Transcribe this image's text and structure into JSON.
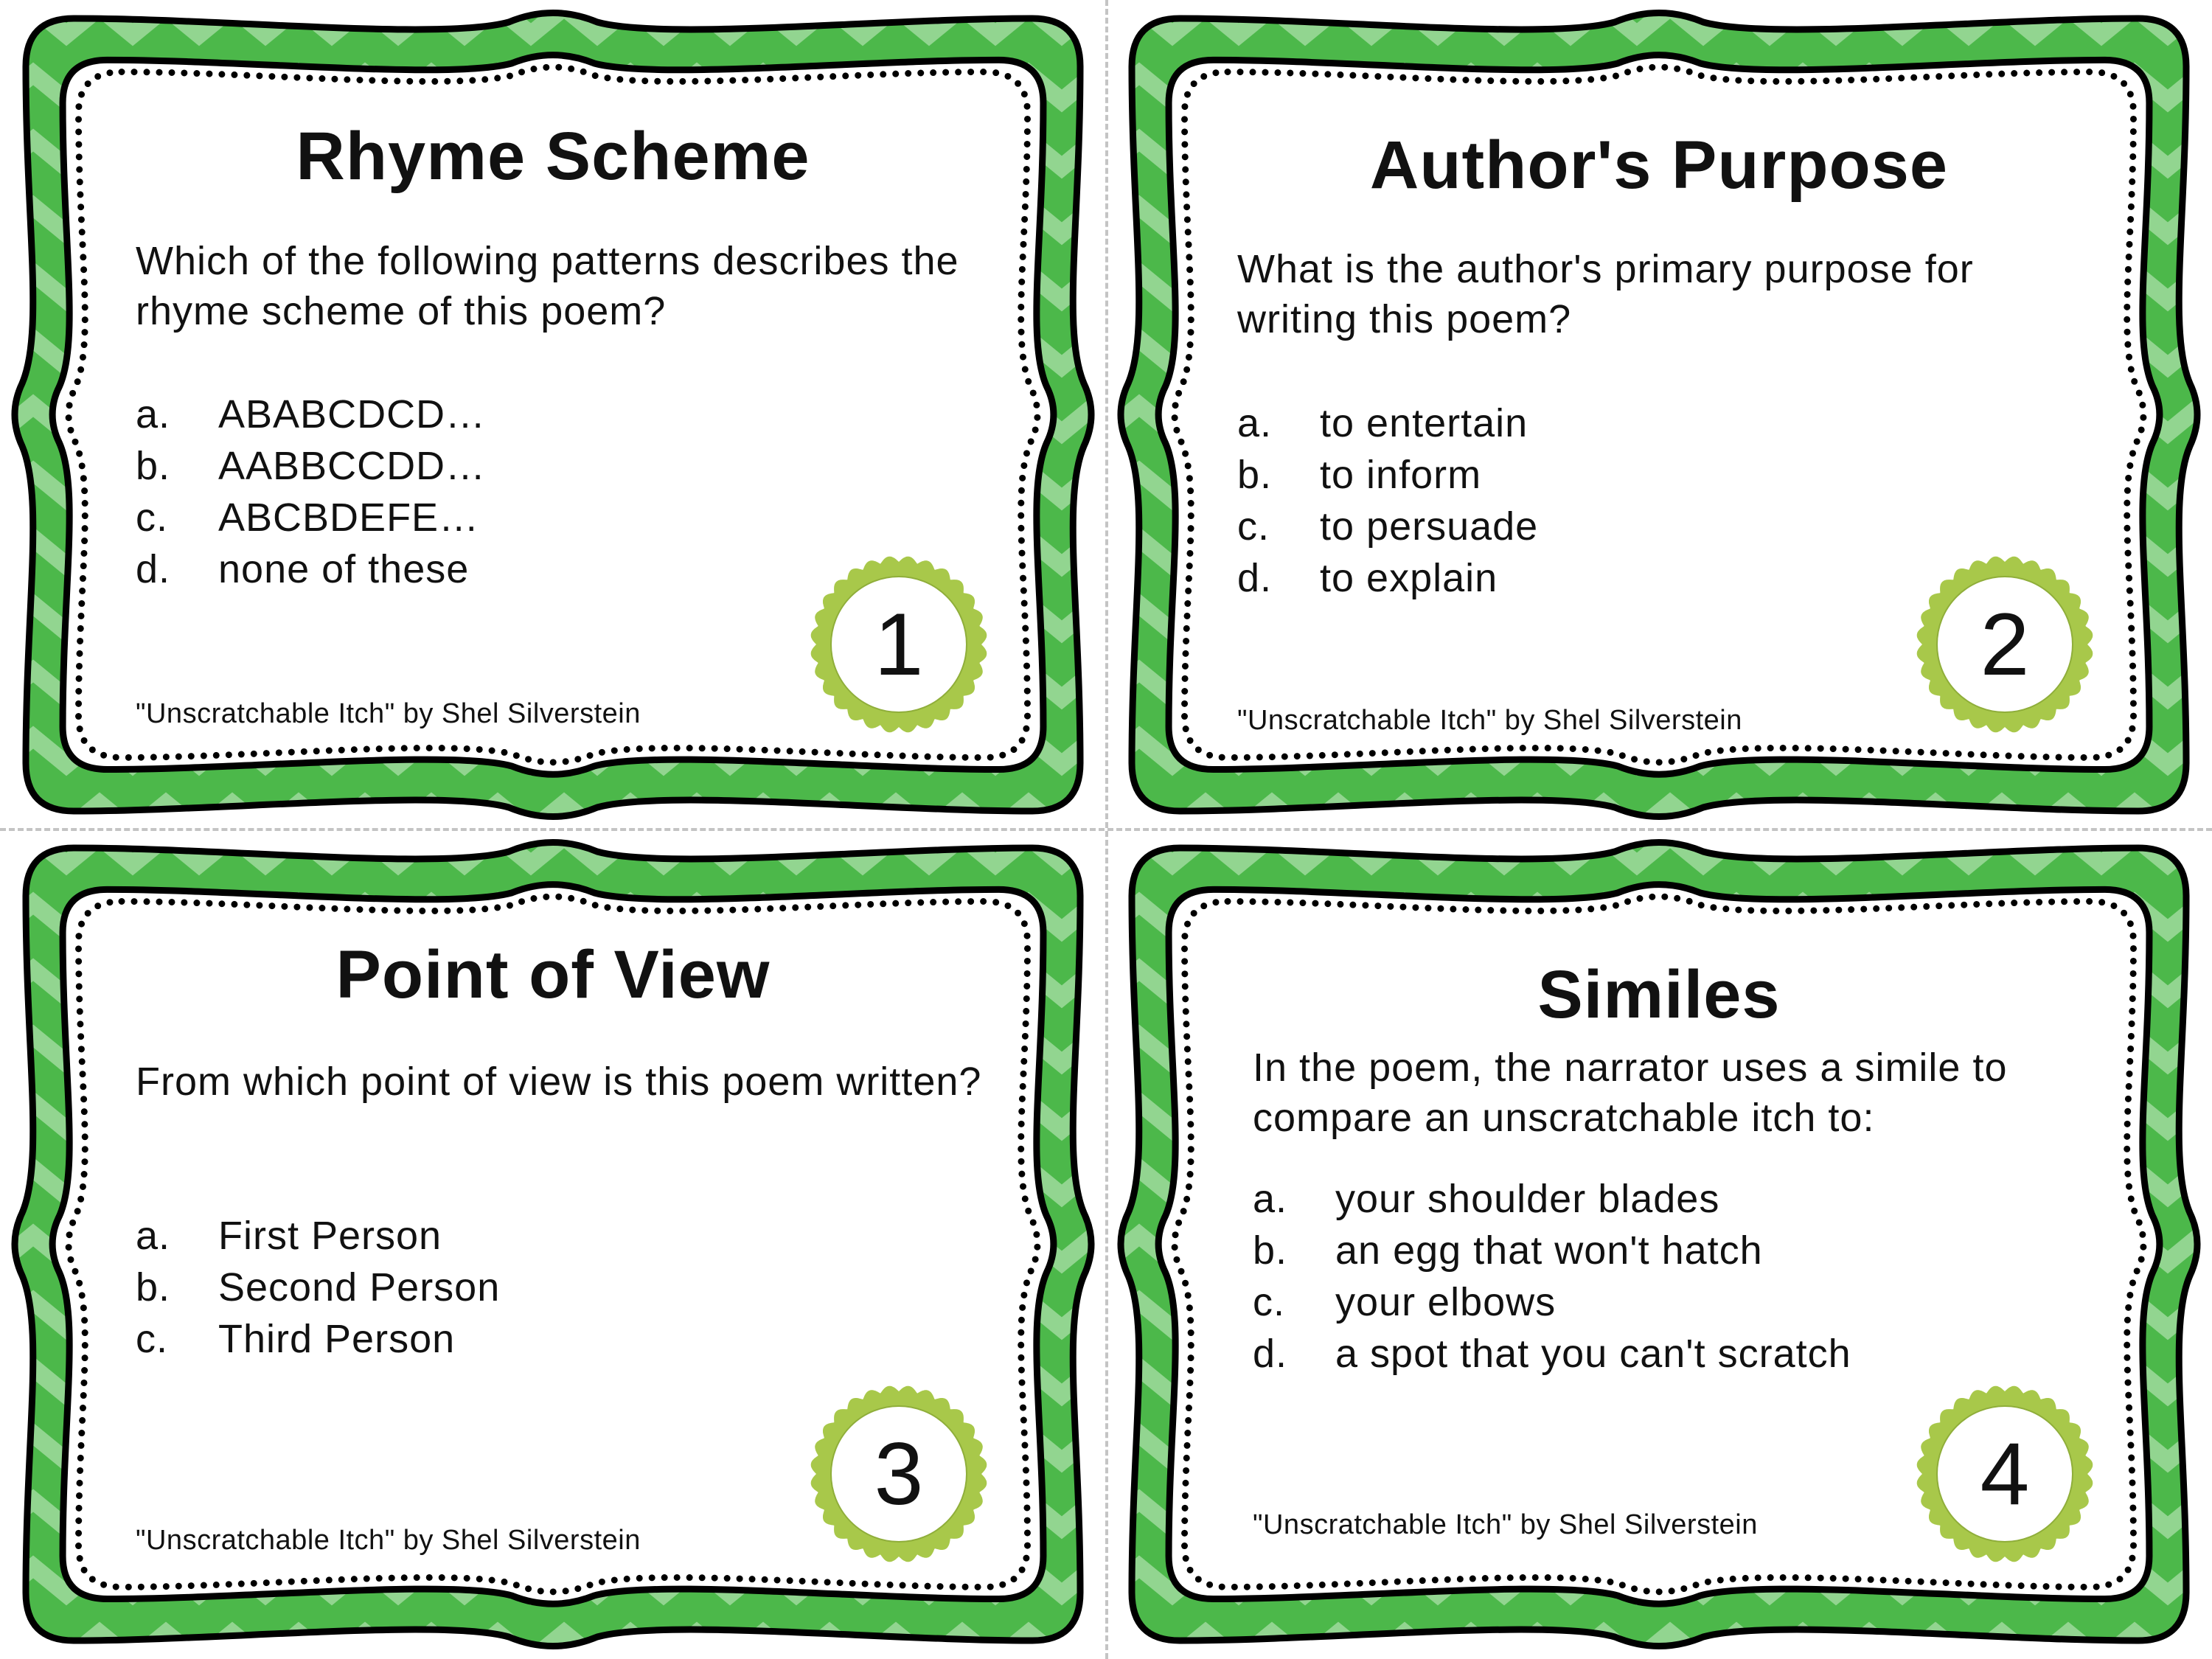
{
  "colors": {
    "chevron_dark": "#4cb84a",
    "chevron_light": "#92d590",
    "badge": "#a8c84a",
    "outline": "#000000",
    "cut_line": "#c4c4c4"
  },
  "cards": [
    {
      "number": "1",
      "title": "Rhyme Scheme",
      "question": "Which of the following patterns describes the rhyme scheme of this poem?",
      "options": [
        {
          "letter": "a.",
          "text": "ABABCDCD…"
        },
        {
          "letter": "b.",
          "text": "AABBCCDD…"
        },
        {
          "letter": "c.",
          "text": "ABCBDEFE…"
        },
        {
          "letter": "d.",
          "text": "none of these"
        }
      ],
      "credit": "\"Unscratchable Itch\" by Shel Silverstein"
    },
    {
      "number": "2",
      "title": "Author's Purpose",
      "question": "What is the author's primary purpose for writing this poem?",
      "options": [
        {
          "letter": "a.",
          "text": "to entertain"
        },
        {
          "letter": "b.",
          "text": "to inform"
        },
        {
          "letter": "c.",
          "text": "to persuade"
        },
        {
          "letter": "d.",
          "text": "to explain"
        }
      ],
      "credit": "\"Unscratchable Itch\" by Shel Silverstein"
    },
    {
      "number": "3",
      "title": "Point of View",
      "question": "From which point of view is this poem written?",
      "options": [
        {
          "letter": "a.",
          "text": "First Person"
        },
        {
          "letter": "b.",
          "text": "Second Person"
        },
        {
          "letter": "c.",
          "text": "Third Person"
        }
      ],
      "credit": "\"Unscratchable Itch\" by Shel Silverstein"
    },
    {
      "number": "4",
      "title": "Similes",
      "question": "In the poem, the narrator uses a simile to compare an unscratchable itch to:",
      "options": [
        {
          "letter": "a.",
          "text": "your shoulder blades"
        },
        {
          "letter": "b.",
          "text": "an egg that won't hatch"
        },
        {
          "letter": "c.",
          "text": "your elbows"
        },
        {
          "letter": "d.",
          "text": "a spot that you can't scratch"
        }
      ],
      "credit": "\"Unscratchable Itch\" by Shel Silverstein"
    }
  ]
}
